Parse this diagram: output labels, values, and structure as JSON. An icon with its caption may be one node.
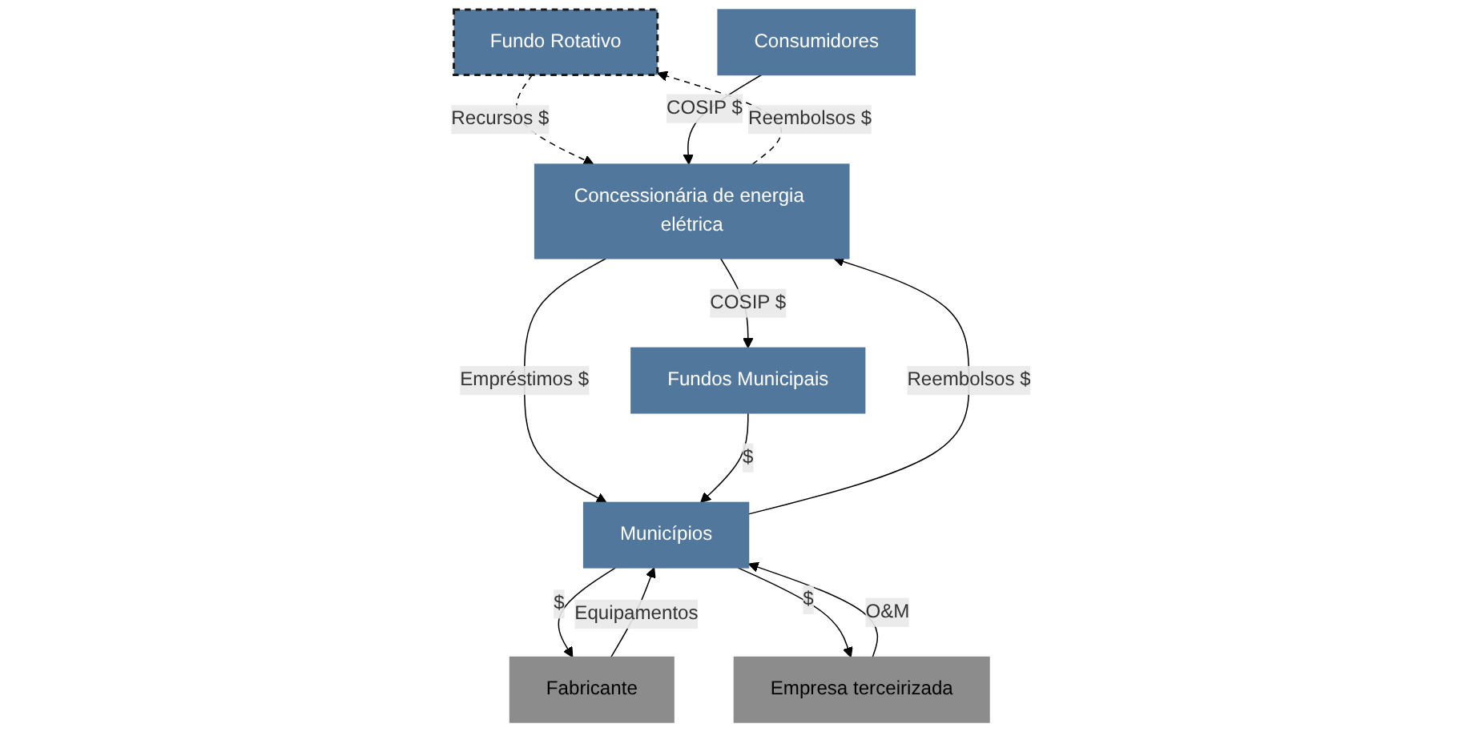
{
  "diagram": {
    "nodes": [
      {
        "text": [
          "Fundo Rotativo"
        ]
      },
      {
        "text": [
          "Concessionária de energia elétrica"
        ]
      },
      {
        "text": [
          "Consumidores"
        ]
      },
      {
        "text": [
          "Municípios"
        ]
      },
      {
        "text": [
          "Fundos Municipais"
        ]
      },
      {
        "text": [
          "Fabricante"
        ]
      },
      {
        "text": [
          "Empresa terceirizada"
        ]
      }
    ],
    "edges": [
      {
        "from": 0,
        "to": 1,
        "arrow": "to",
        "label": "Recursos $",
        "style": "dashed"
      },
      {
        "from": 1,
        "to": 0,
        "arrow": "to",
        "label": "Reembolsos $",
        "style": "dashed"
      },
      {
        "from": 2,
        "to": 1,
        "arrow": "to",
        "label": "COSIP $"
      },
      {
        "from": 1,
        "to": 4,
        "arrow": "to",
        "label": "COSIP $"
      },
      {
        "from": 1,
        "to": 3,
        "arrow": "to",
        "label": "Empréstimos $"
      },
      {
        "from": 3,
        "to": 1,
        "arrow": "to",
        "label": "Reembolsos $"
      },
      {
        "from": 4,
        "to": 3,
        "arrow": "to",
        "label": "$"
      },
      {
        "from": 5,
        "to": 3,
        "arrow": "to",
        "label": "Equipamentos"
      },
      {
        "from": 3,
        "to": 5,
        "arrow": "to",
        "label": "$"
      },
      {
        "from": 3,
        "to": 6,
        "arrow": "to",
        "label": "$"
      },
      {
        "from": 6,
        "to": 3,
        "arrow": "to",
        "label": "O&M"
      }
    ]
  }
}
